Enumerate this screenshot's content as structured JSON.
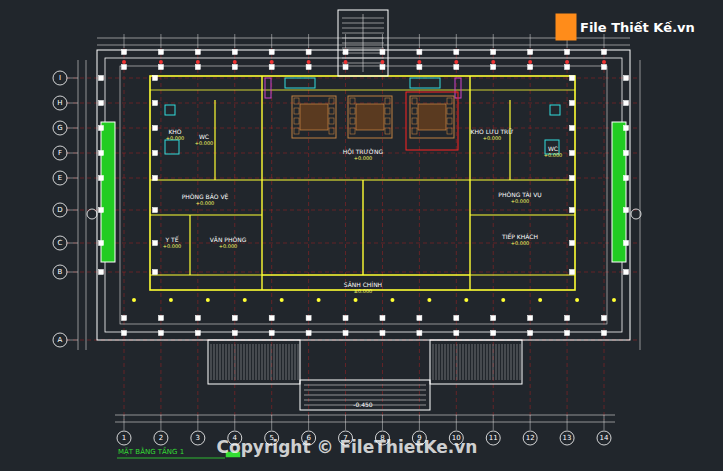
{
  "diagram": {
    "title": "MẶT BẰNG TẦNG 1",
    "nodes": [
      {
        "text": [
          "KHO",
          "+0.000"
        ]
      },
      {
        "text": [
          "WC",
          "+0.000"
        ]
      },
      {
        "text": [
          "PHÒNG BẢO VỆ",
          "+0.000"
        ]
      },
      {
        "text": [
          "Y TẾ",
          "+0.000"
        ]
      },
      {
        "text": [
          "VĂN PHÒNG",
          "+0.000"
        ]
      },
      {
        "text": [
          "HỘI TRƯỜNG",
          "+0.000"
        ]
      },
      {
        "text": [
          "KHO LƯU TRỮ",
          "+0.000"
        ]
      },
      {
        "text": [
          "WC",
          "+0.000"
        ]
      },
      {
        "text": [
          "PHÒNG TÀI VỤ",
          "+0.000"
        ]
      },
      {
        "text": [
          "TIẾP KHÁCH",
          "+0.000"
        ]
      },
      {
        "text": [
          "SẢNH CHÍNH",
          "±0.000"
        ]
      }
    ],
    "edges": [],
    "labels": [
      "1",
      "2",
      "3",
      "4",
      "5",
      "6",
      "7",
      "8",
      "9",
      "10",
      "11",
      "12",
      "13",
      "14",
      "I",
      "H",
      "G",
      "F",
      "E",
      "D",
      "C",
      "B",
      "A",
      "Copyright © FileThietKe.vn",
      "File Thiết Kế.vn",
      "-0.450"
    ]
  }
}
